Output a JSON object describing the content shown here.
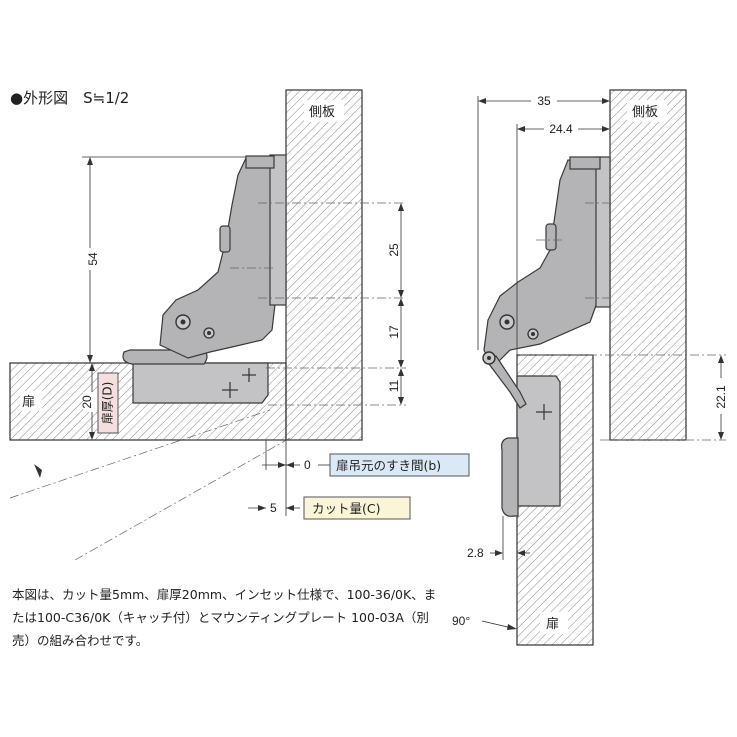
{
  "title": "●外形図　S≒1/2",
  "labels": {
    "side_panel_left": "側板",
    "side_panel_right": "側板",
    "door_left": "扉",
    "door_right": "扉",
    "door_thickness": "扉厚(D)",
    "hinge_gap": "扉吊元のすき間(b)",
    "cut_amount": "カット量(C)"
  },
  "dimensions": {
    "d54": "54",
    "d25": "25",
    "d17": "17",
    "d11": "11",
    "d20": "20",
    "d0": "0",
    "d5": "5",
    "d35": "35",
    "d24_4": "24.4",
    "d22_1": "22.1",
    "d2_8": "2.8",
    "angle": "90°"
  },
  "note": "本図は、カット量5mm、扉厚20mm、インセット仕様で、100-36/0K、または100-C36/0K（キャッチ付）とマウンティングプレート 100-03A（別売）の組み合わせです。",
  "colors": {
    "hatch": "#888888",
    "part": "#b4b4b6",
    "gap_label_bg": "#dbe8f5",
    "cut_label_bg": "#fbf5d8",
    "door_label_bg": "#f5dede"
  }
}
